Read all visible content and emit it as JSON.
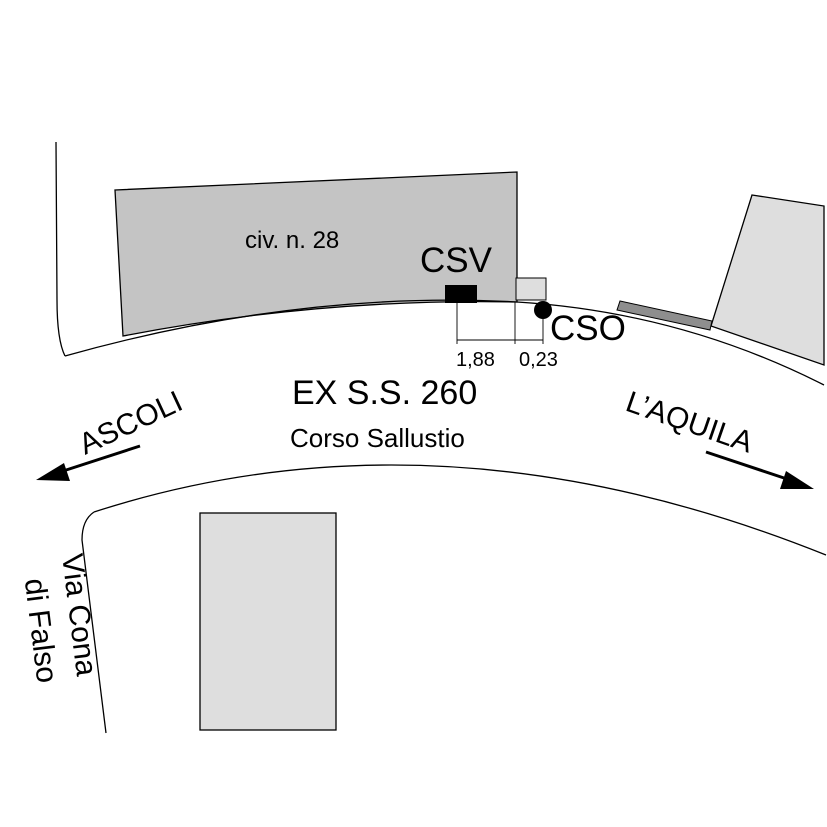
{
  "labels": {
    "building": "civ. n. 28",
    "csv": "CSV",
    "cso": "CSO",
    "dist_left": "1,88",
    "dist_right": "0,23",
    "road_main": "EX S.S. 260",
    "road_sub": "Corso Sallustio",
    "dir_left": "ASCOLI",
    "dir_right": "L’AQUILA",
    "side_street_line1": "Via Cona",
    "side_street_line2": "di Falso"
  },
  "colors": {
    "building_dark": "#c4c4c4",
    "building_light": "#dedede",
    "strip": "#8e8e8e",
    "ink": "#000000"
  }
}
